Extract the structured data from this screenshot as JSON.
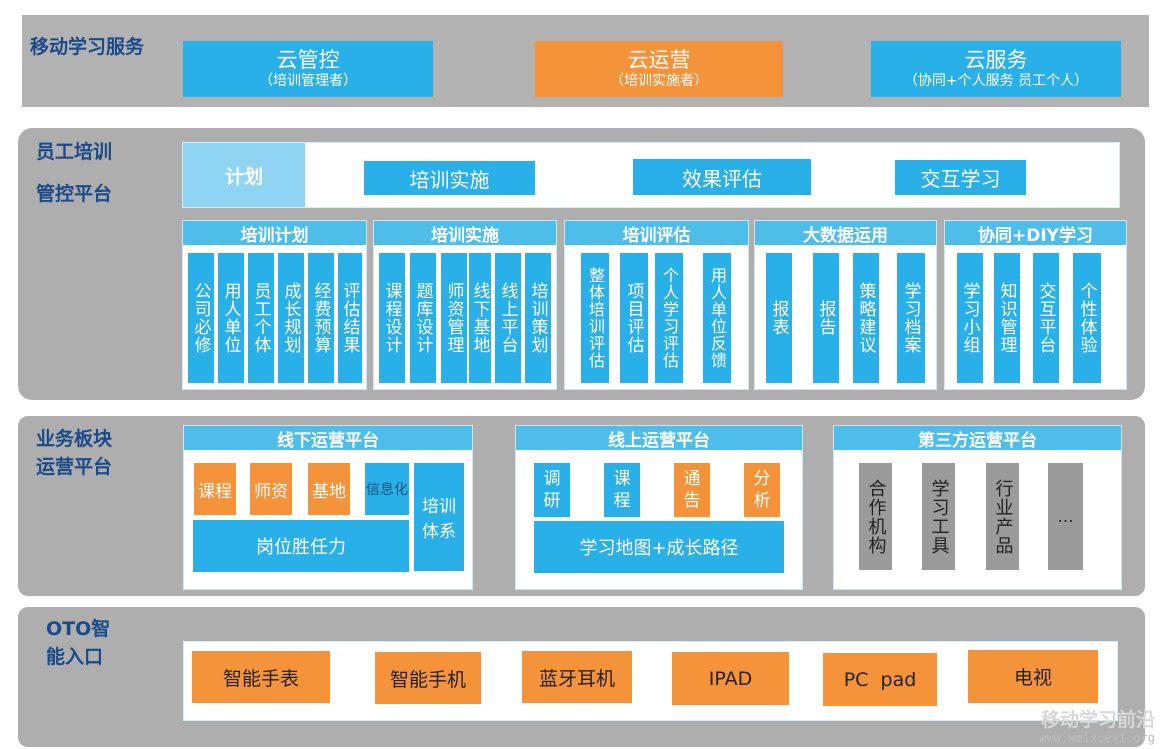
{
  "cloud": {
    "label": "移动学习服务",
    "items": [
      {
        "title": "云管控",
        "sub": "（培训管理者）"
      },
      {
        "title": "云运营",
        "sub": "（培训实施者）"
      },
      {
        "title": "云服务",
        "sub": "（协同+个人服务  员工个人）"
      }
    ]
  },
  "training": {
    "label_line1": "员工培训",
    "label_line2": "管控平台",
    "plan": "计划",
    "tabs": [
      "培训实施",
      "效果评估",
      "交互学习"
    ],
    "modules": [
      {
        "title": "培训计划",
        "items": [
          "公司必修",
          "用人单位",
          "员工个体",
          "成长规划",
          "经费预算",
          "评估结果"
        ]
      },
      {
        "title": "培训实施",
        "items": [
          "课程设计",
          "题库设计",
          "师资管理",
          "线下基地",
          "线上平台",
          "培训策划"
        ]
      },
      {
        "title": "培训评估",
        "items": [
          "整体培训评估",
          "项目评估",
          "个人学习评估",
          "用人单位反馈"
        ]
      },
      {
        "title": "大数据运用",
        "items": [
          "报表",
          "报告",
          "策略建议",
          "学习档案"
        ]
      },
      {
        "title": "协同+DIY学习",
        "items": [
          "学习小组",
          "知识管理",
          "交互平台",
          "个性体验"
        ]
      }
    ]
  },
  "business": {
    "label_line1": "业务板块",
    "label_line2": "运营平台",
    "offline": {
      "title": "线下运营平台",
      "items": [
        "课程",
        "师资",
        "基地",
        "信息化"
      ],
      "side": "培训体系",
      "bottom": "岗位胜任力"
    },
    "online": {
      "title": "线上运营平台",
      "items": [
        "调研",
        "课程",
        "通告",
        "分析"
      ],
      "bottom": "学习地图+成长路径"
    },
    "third": {
      "title": "第三方运营平台",
      "items": [
        "合作机构",
        "学习工具",
        "行业产品",
        "…"
      ]
    }
  },
  "oto": {
    "label_line1": "OTO智",
    "label_line2": "能入口",
    "devices": [
      "智能手表",
      "智能手机",
      "蓝牙耳机",
      "IPAD",
      "PC  pad",
      "电视"
    ]
  },
  "watermark": {
    "name": "移动学习前沿",
    "url": "www.weixuexi.org"
  },
  "colors": {
    "blue": "#2ab0e8",
    "orange": "#f5933a",
    "gray": "#9b9b9b",
    "band": "#aeaeae",
    "label": "#1a4a8a"
  }
}
